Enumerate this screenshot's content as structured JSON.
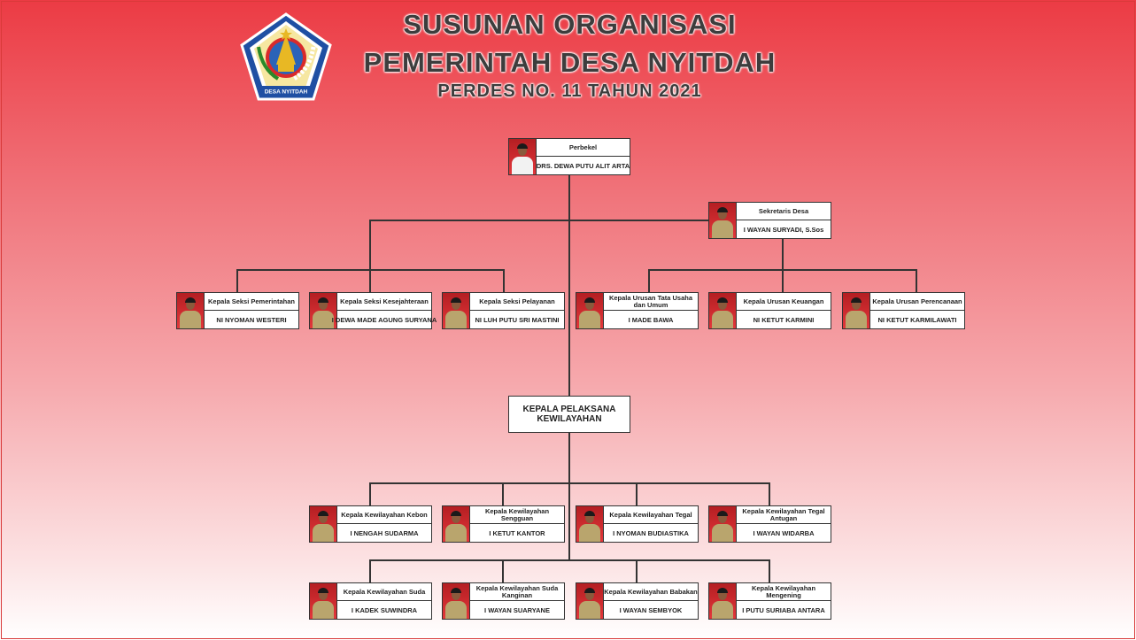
{
  "header": {
    "title_line1": "SUSUNAN ORGANISASI",
    "title_line2": "PEMERINTAH DESA NYITDAH",
    "title_line3": "PERDES NO. 11 TAHUN 2021",
    "logo_text": "DESA NYITDAH"
  },
  "colors": {
    "background_top": "#ec3b44",
    "background_bottom": "#ffffff",
    "line": "#333333"
  },
  "nodes": {
    "perbekel": {
      "role": "Perbekel",
      "name": "DRS. DEWA PUTU ALIT ARTA"
    },
    "sekretaris": {
      "role": "Sekretaris Desa",
      "name": "I WAYAN SURYADI, S.Sos"
    },
    "kasi_pemerintahan": {
      "role": "Kepala Seksi Pemerintahan",
      "name": "NI NYOMAN WESTERI"
    },
    "kasi_kesejahteraan": {
      "role": "Kepala Seksi Kesejahteraan",
      "name": "I DEWA MADE AGUNG SURYANA"
    },
    "kasi_pelayanan": {
      "role": "Kepala Seksi Pelayanan",
      "name": "NI LUH PUTU SRI MASTINI"
    },
    "kaur_tu": {
      "role": "Kepala Urusan Tata Usaha dan Umum",
      "name": "I MADE BAWA"
    },
    "kaur_keuangan": {
      "role": "Kepala Urusan Keuangan",
      "name": "NI KETUT KARMINI"
    },
    "kaur_perencanaan": {
      "role": "Kepala Urusan Perencanaan",
      "name": "NI KETUT KARMILAWATI"
    },
    "pelaksana": {
      "label": "KEPALA PELAKSANA KEWILAYAHAN"
    },
    "kewil_kebon": {
      "role": "Kepala Kewilayahan Kebon",
      "name": "I NENGAH SUDARMA"
    },
    "kewil_sengguan": {
      "role": "Kepala Kewilayahan Sengguan",
      "name": "I KETUT KANTOR"
    },
    "kewil_tegal": {
      "role": "Kepala Kewilayahan Tegal",
      "name": "I NYOMAN BUDIASTIKA"
    },
    "kewil_tegal_antugan": {
      "role": "Kepala Kewilayahan Tegal Antugan",
      "name": "I WAYAN WIDARBA"
    },
    "kewil_suda": {
      "role": "Kepala Kewilayahan Suda",
      "name": "I KADEK SUWINDRA"
    },
    "kewil_suda_kanginan": {
      "role": "Kepala Kewilayahan Suda Kanginan",
      "name": "I WAYAN SUARYANE"
    },
    "kewil_babakan": {
      "role": "Kepala Kewilayahan Babakan",
      "name": "I WAYAN SEMBYOK"
    },
    "kewil_mengening": {
      "role": "Kepala Kewilayahan Mengening",
      "name": "I PUTU SURIABA ANTARA"
    }
  }
}
